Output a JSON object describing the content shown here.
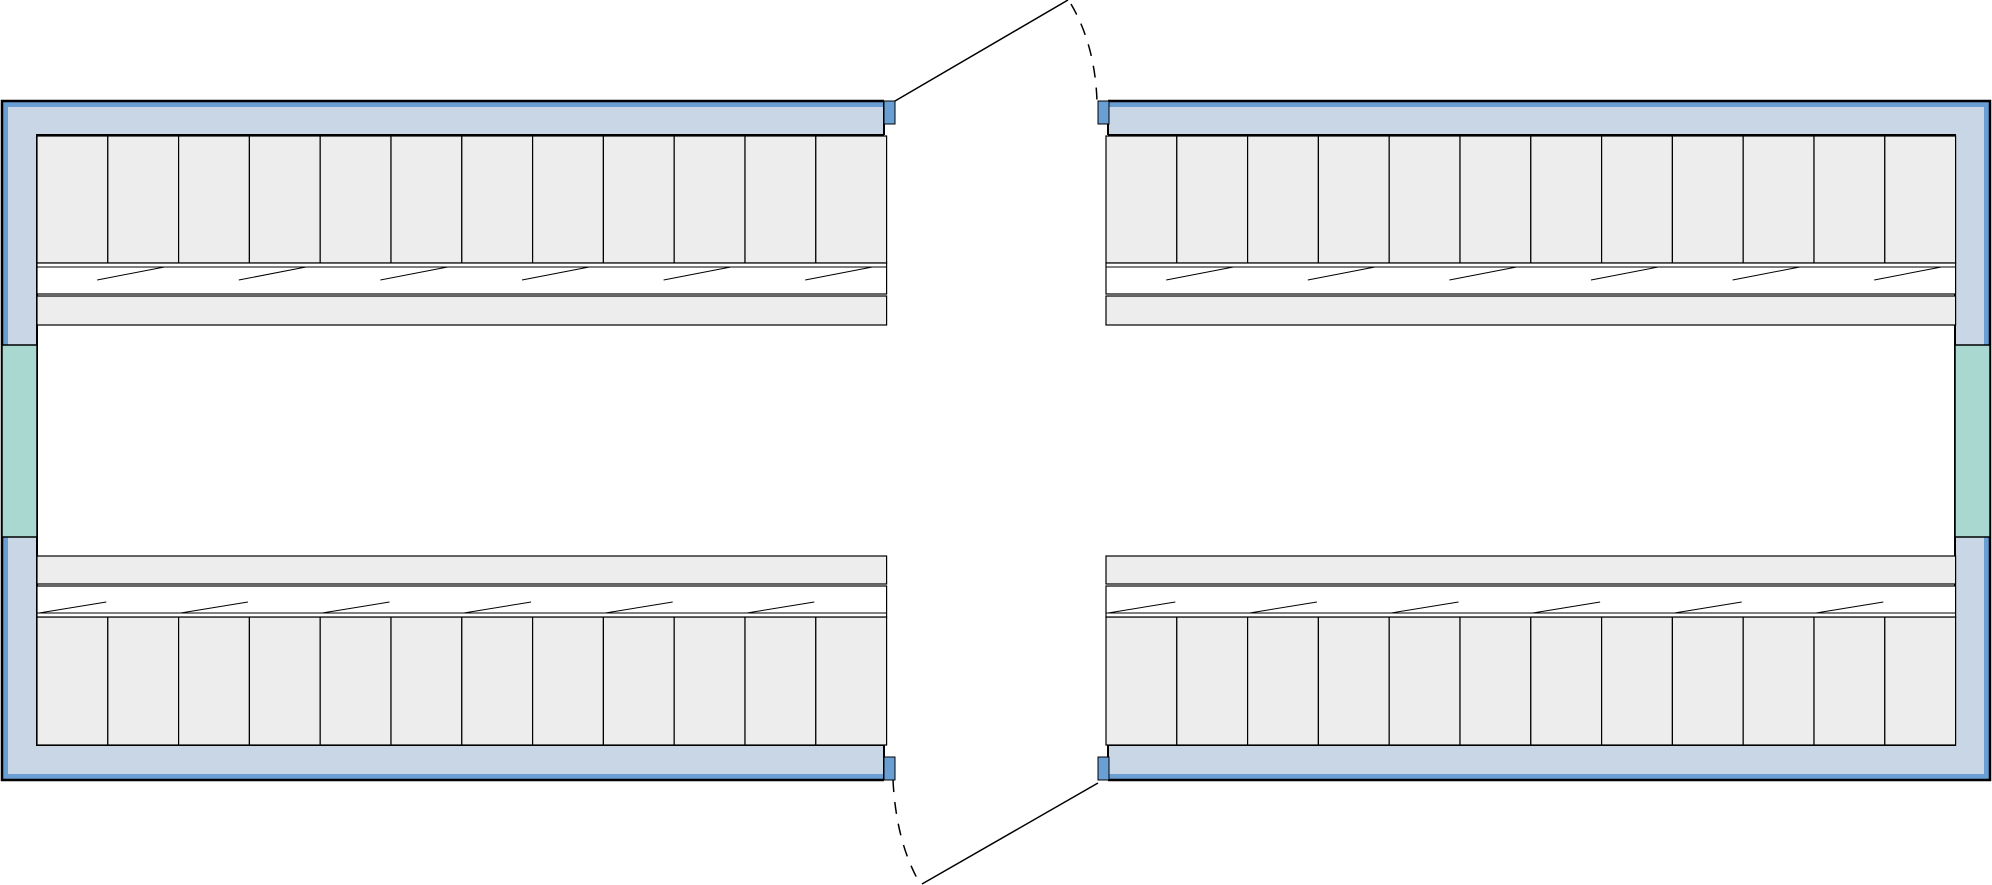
{
  "diagram": {
    "kind": "floor-plan",
    "wings": [
      "left",
      "right"
    ],
    "sections_per_wing": 2,
    "lockers_per_row": 12,
    "seat_slashes_per_row": 6,
    "entrance_doors": 2,
    "windows": 2,
    "colors": {
      "wall_outer": "#6a9fd4",
      "wall_inner": "#c8d6e5",
      "window": "#a8d8d0",
      "locker_fill": "#ededed",
      "line": "#000000",
      "background": "#ffffff"
    }
  }
}
